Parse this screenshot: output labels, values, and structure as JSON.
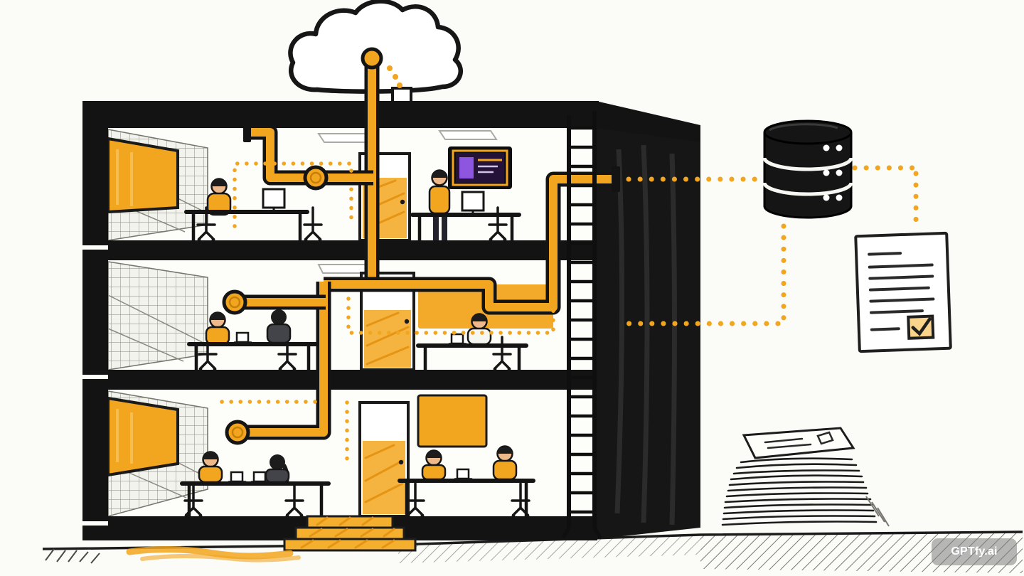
{
  "meta": {
    "description": "Hand-drawn marker illustration: cross-section of a three-story office building where orange data pipes connect workers' desks to a cloud above the roof, and dotted data lines flow out to a database cylinder, a checked document, and a stack of paper records.",
    "style": "whiteboard sketch / marker illustration"
  },
  "watermark": {
    "label": "GPTfy.ai"
  },
  "colors": {
    "accent": "#F2A51F",
    "accent_light": "#F7C45F",
    "accent_deep": "#DD8E0A",
    "ink": "#1A1A1A",
    "paper": "#FBFBF7",
    "wall_dark": "#161616",
    "grid_line": "#9A9A94",
    "screen_bg": "#241238",
    "screen_purple": "#8D55E0",
    "shadow_gray": "#C9C9C3"
  },
  "scene": {
    "cloud_icon": "cloud (cloud storage) with pipe junction",
    "building": {
      "floors": 3,
      "people_visible": 9,
      "doors": 3,
      "wall_monitor": "dashboard screen with purple panel"
    },
    "pipes": "orange data pipes with circular junctions linking floors to the cloud",
    "database_icon": "three-tier database cylinder with indicator dots",
    "document_icon": "document with text lines and checked checkbox",
    "paper_stack_icon": "tall stack of paper documents",
    "ladder": "maintenance ladder against the building",
    "dotted_lines": "orange dotted data-flow connections between building, database and document"
  }
}
